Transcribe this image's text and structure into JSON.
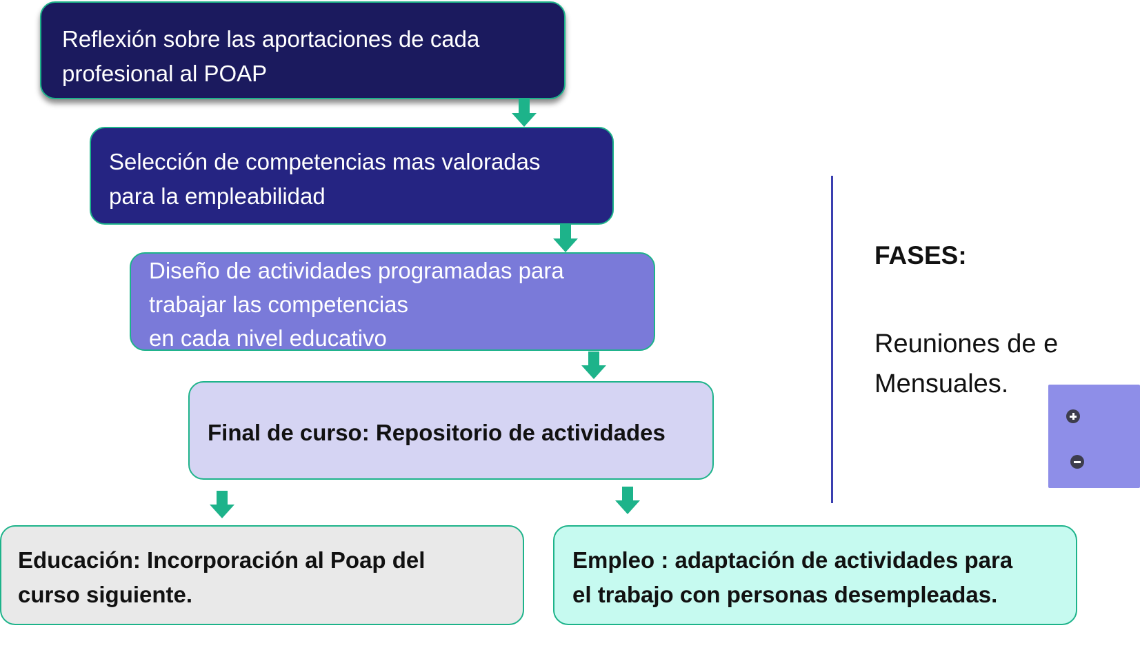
{
  "steps": [
    {
      "id": "reflexion",
      "text": "Reflexión  sobre las aportaciones de cada\nprofesional al POAP"
    },
    {
      "id": "seleccion",
      "text": "Selección de competencias mas valoradas\npara la empleabilidad"
    },
    {
      "id": "diseno",
      "text": "Diseño de actividades programadas  para\ntrabajar las competencias\nen cada nivel educativo"
    },
    {
      "id": "final",
      "text": "Final de curso: Repositorio de actividades"
    }
  ],
  "outcomes": [
    {
      "id": "educacion",
      "text": "Educación: Incorporación al Poap del\ncurso siguiente."
    },
    {
      "id": "empleo",
      "text": "Empleo : adaptación de actividades  para\nel trabajo con personas desempleadas."
    }
  ],
  "side": {
    "title": "FASES:",
    "text": "Reuniones de e\nMensuales."
  },
  "colors": {
    "step1": "#1b1a5e",
    "step2": "#252482",
    "step3": "#7a7ad9",
    "step4": "#d5d4f3",
    "educacion": "#e9e9e9",
    "empleo": "#c6faf0",
    "border": "#1db38a",
    "arrow": "#1db38a",
    "divider": "#3a3fb0"
  }
}
